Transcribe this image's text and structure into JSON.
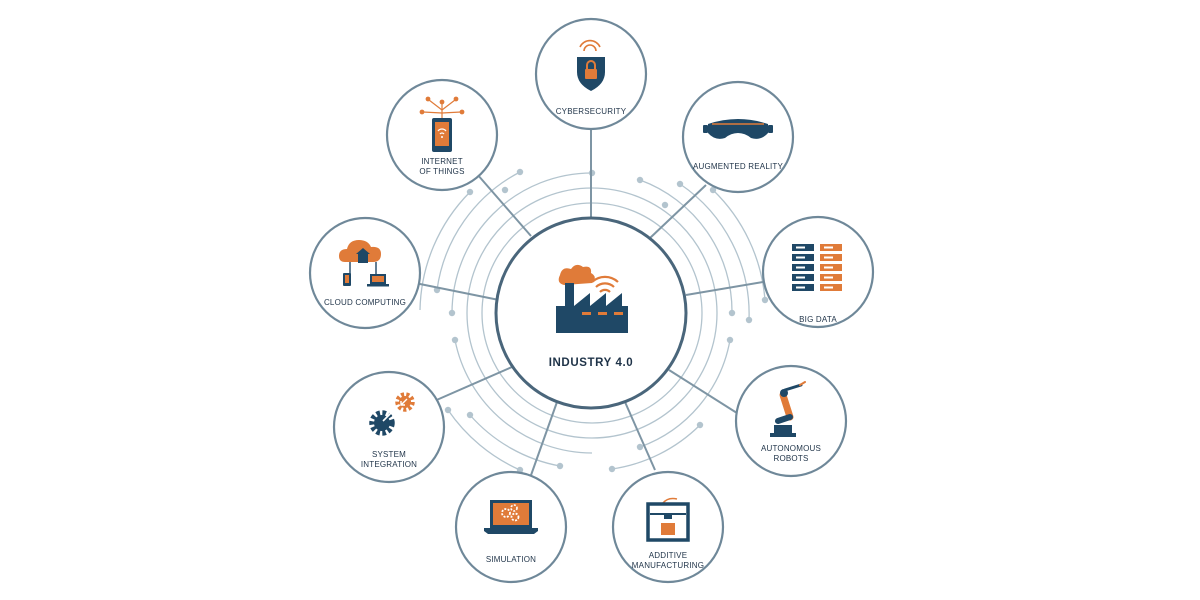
{
  "hub": {
    "label": "INDUSTRY 4.0"
  },
  "nodes": [
    {
      "id": "cybersecurity",
      "lines": [
        "CYBERSECURITY"
      ]
    },
    {
      "id": "augmented-reality",
      "lines": [
        "AUGMENTED REALITY"
      ]
    },
    {
      "id": "big-data",
      "lines": [
        "BIG DATA"
      ]
    },
    {
      "id": "autonomous-robots",
      "lines": [
        "AUTONOMOUS",
        "ROBOTS"
      ]
    },
    {
      "id": "additive-manufacturing",
      "lines": [
        "ADDITIVE",
        "MANUFACTURING"
      ]
    },
    {
      "id": "simulation",
      "lines": [
        "SIMULATION"
      ]
    },
    {
      "id": "system-integration",
      "lines": [
        "SYSTEM",
        "INTEGRATION"
      ]
    },
    {
      "id": "cloud-computing",
      "lines": [
        "CLOUD COMPUTING"
      ]
    },
    {
      "id": "internet-of-things",
      "lines": [
        "INTERNET",
        "OF THINGS"
      ]
    }
  ],
  "colors": {
    "navy": "#1f4866",
    "orange": "#e07b39",
    "ring": "#a9bcc7",
    "border": "#6f8899"
  },
  "icons": [
    "factory-icon",
    "shield-lock-icon",
    "vr-goggles-icon",
    "server-rack-icon",
    "robot-arm-icon",
    "3d-printer-icon",
    "laptop-gears-icon",
    "gears-icon",
    "cloud-network-icon",
    "smartphone-iot-icon"
  ]
}
